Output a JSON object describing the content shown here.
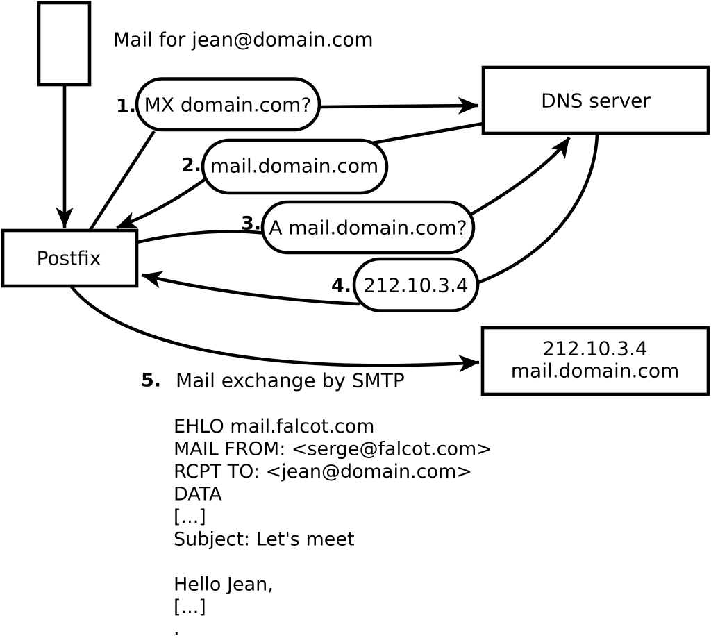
{
  "diagram": {
    "note": "Mail for jean@domain.com",
    "nodes": {
      "postfix": "Postfix",
      "dns_server": "DNS server",
      "mail_server": {
        "line1": "212.10.3.4",
        "line2": "mail.domain.com"
      }
    },
    "steps": [
      {
        "num": "1.",
        "label": "MX domain.com?"
      },
      {
        "num": "2.",
        "label": "mail.domain.com"
      },
      {
        "num": "3.",
        "label": "A mail.domain.com?"
      },
      {
        "num": "4.",
        "label": "212.10.3.4"
      },
      {
        "num": "5.",
        "label": "Mail exchange by SMTP"
      }
    ],
    "smtp_lines": [
      "EHLO mail.falcot.com",
      "MAIL FROM: <serge@falcot.com>",
      "RCPT TO: <jean@domain.com>",
      "DATA",
      "[...]",
      "Subject: Let's meet",
      "",
      "Hello Jean,",
      "[...]",
      "."
    ],
    "colors": {
      "stroke": "#000000",
      "node_fill": "#ffffff",
      "background": "#ffffff",
      "text": "#000000"
    }
  }
}
